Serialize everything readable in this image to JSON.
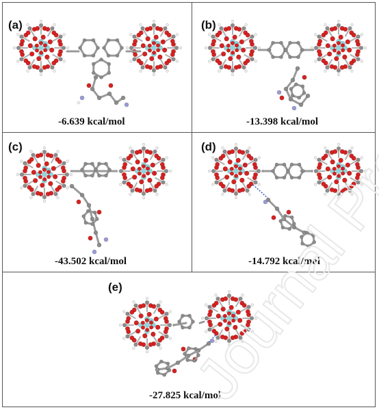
{
  "panels": [
    {
      "label": "(a)",
      "energy": "-6.639 kcal/mol"
    },
    {
      "label": "(b)",
      "energy": "-13.398 kcal/mol"
    },
    {
      "label": "(c)",
      "energy": "-43.502 kcal/mol"
    },
    {
      "label": "(d)",
      "energy": "-14.792 kcal/mol"
    },
    {
      "label": "(e)",
      "energy": "-27.825 kcal/mol"
    }
  ],
  "watermark": "Journal Pre-proof",
  "colors": {
    "oxygen": "#d62222",
    "metal": "#8fd8df",
    "carbon": "#8c8c8c",
    "hydrogen": "#f2f2f2",
    "nitrogen": "#9a9ad6",
    "hbond": "#3355cc"
  }
}
